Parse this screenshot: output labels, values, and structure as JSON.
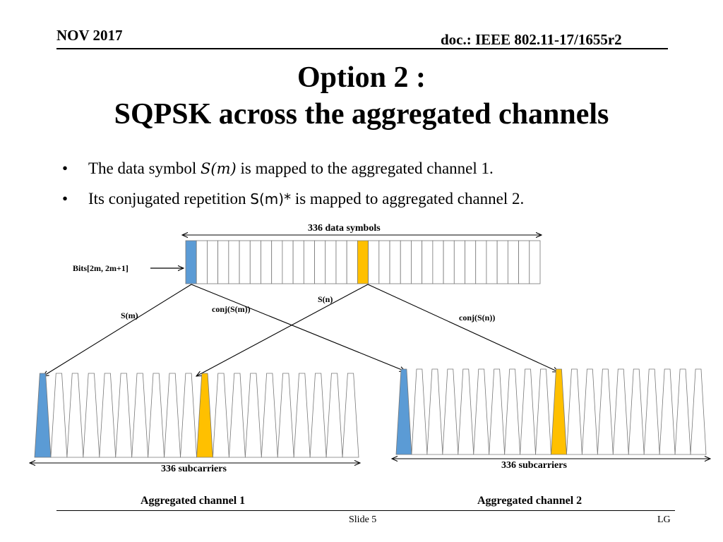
{
  "header": {
    "date": "NOV 2017",
    "doc": "doc.: IEEE 802.11-17/1655r2"
  },
  "title": {
    "line1": "Option 2 :",
    "line2": "SQPSK across the aggregated channels"
  },
  "bullets": [
    {
      "marker": "•",
      "pre": "The data symbol ",
      "math": "S(m)",
      "post": " is mapped to the aggregated channel 1."
    },
    {
      "marker": "•",
      "pre": "Its conjugated repetition ",
      "math": "S(m)*",
      "post": " is mapped to aggregated channel 2."
    }
  ],
  "diagram": {
    "data_symbols_label": "336 data symbols",
    "bits_label": "Bits[2m, 2m+1]",
    "s_m_label": "S(m)",
    "conj_s_m_label": "conj(S(m))",
    "s_n_label": "S(n)",
    "conj_s_n_label": "conj(S(n))",
    "subcarriers_label_1": "336 subcarriers",
    "subcarriers_label_2": "336 subcarriers",
    "channel_1_label": "Aggregated channel 1",
    "channel_2_label": "Aggregated channel 2",
    "colors": {
      "blue": "#5b9bd5",
      "gold": "#ffc000"
    }
  },
  "footer": {
    "slide": "Slide 5",
    "org": "LG"
  }
}
